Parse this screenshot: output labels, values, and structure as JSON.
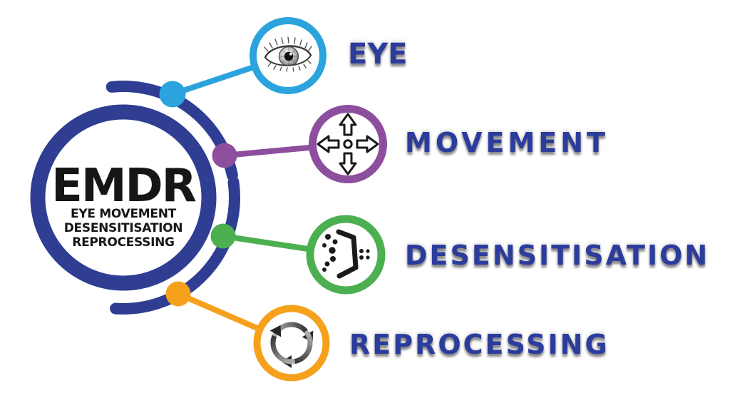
{
  "background": "#ffffff",
  "colors": {
    "navy": "#2F3E92",
    "label_blue": "#2C3C9C",
    "center_text": "#161616",
    "icon_dark": "#1a1a1a"
  },
  "center": {
    "acronym": "EMDR",
    "subtitle_lines": [
      "EYE MOVEMENT",
      "DESENSITISATION",
      "REPROCESSING"
    ]
  },
  "items": [
    {
      "id": "eye",
      "label": "EYE",
      "color": "#2BA4DE",
      "icon": "eye-icon"
    },
    {
      "id": "movement",
      "label": "MOVEMENT",
      "color": "#8E4E9E",
      "icon": "move-arrows-icon"
    },
    {
      "id": "desensitisation",
      "label": "DESENSITISATION",
      "color": "#4CAF50",
      "icon": "filter-dots-icon"
    },
    {
      "id": "reprocessing",
      "label": "REPROCESSING",
      "color": "#F5A11C",
      "icon": "cycle-arrows-icon"
    }
  ]
}
